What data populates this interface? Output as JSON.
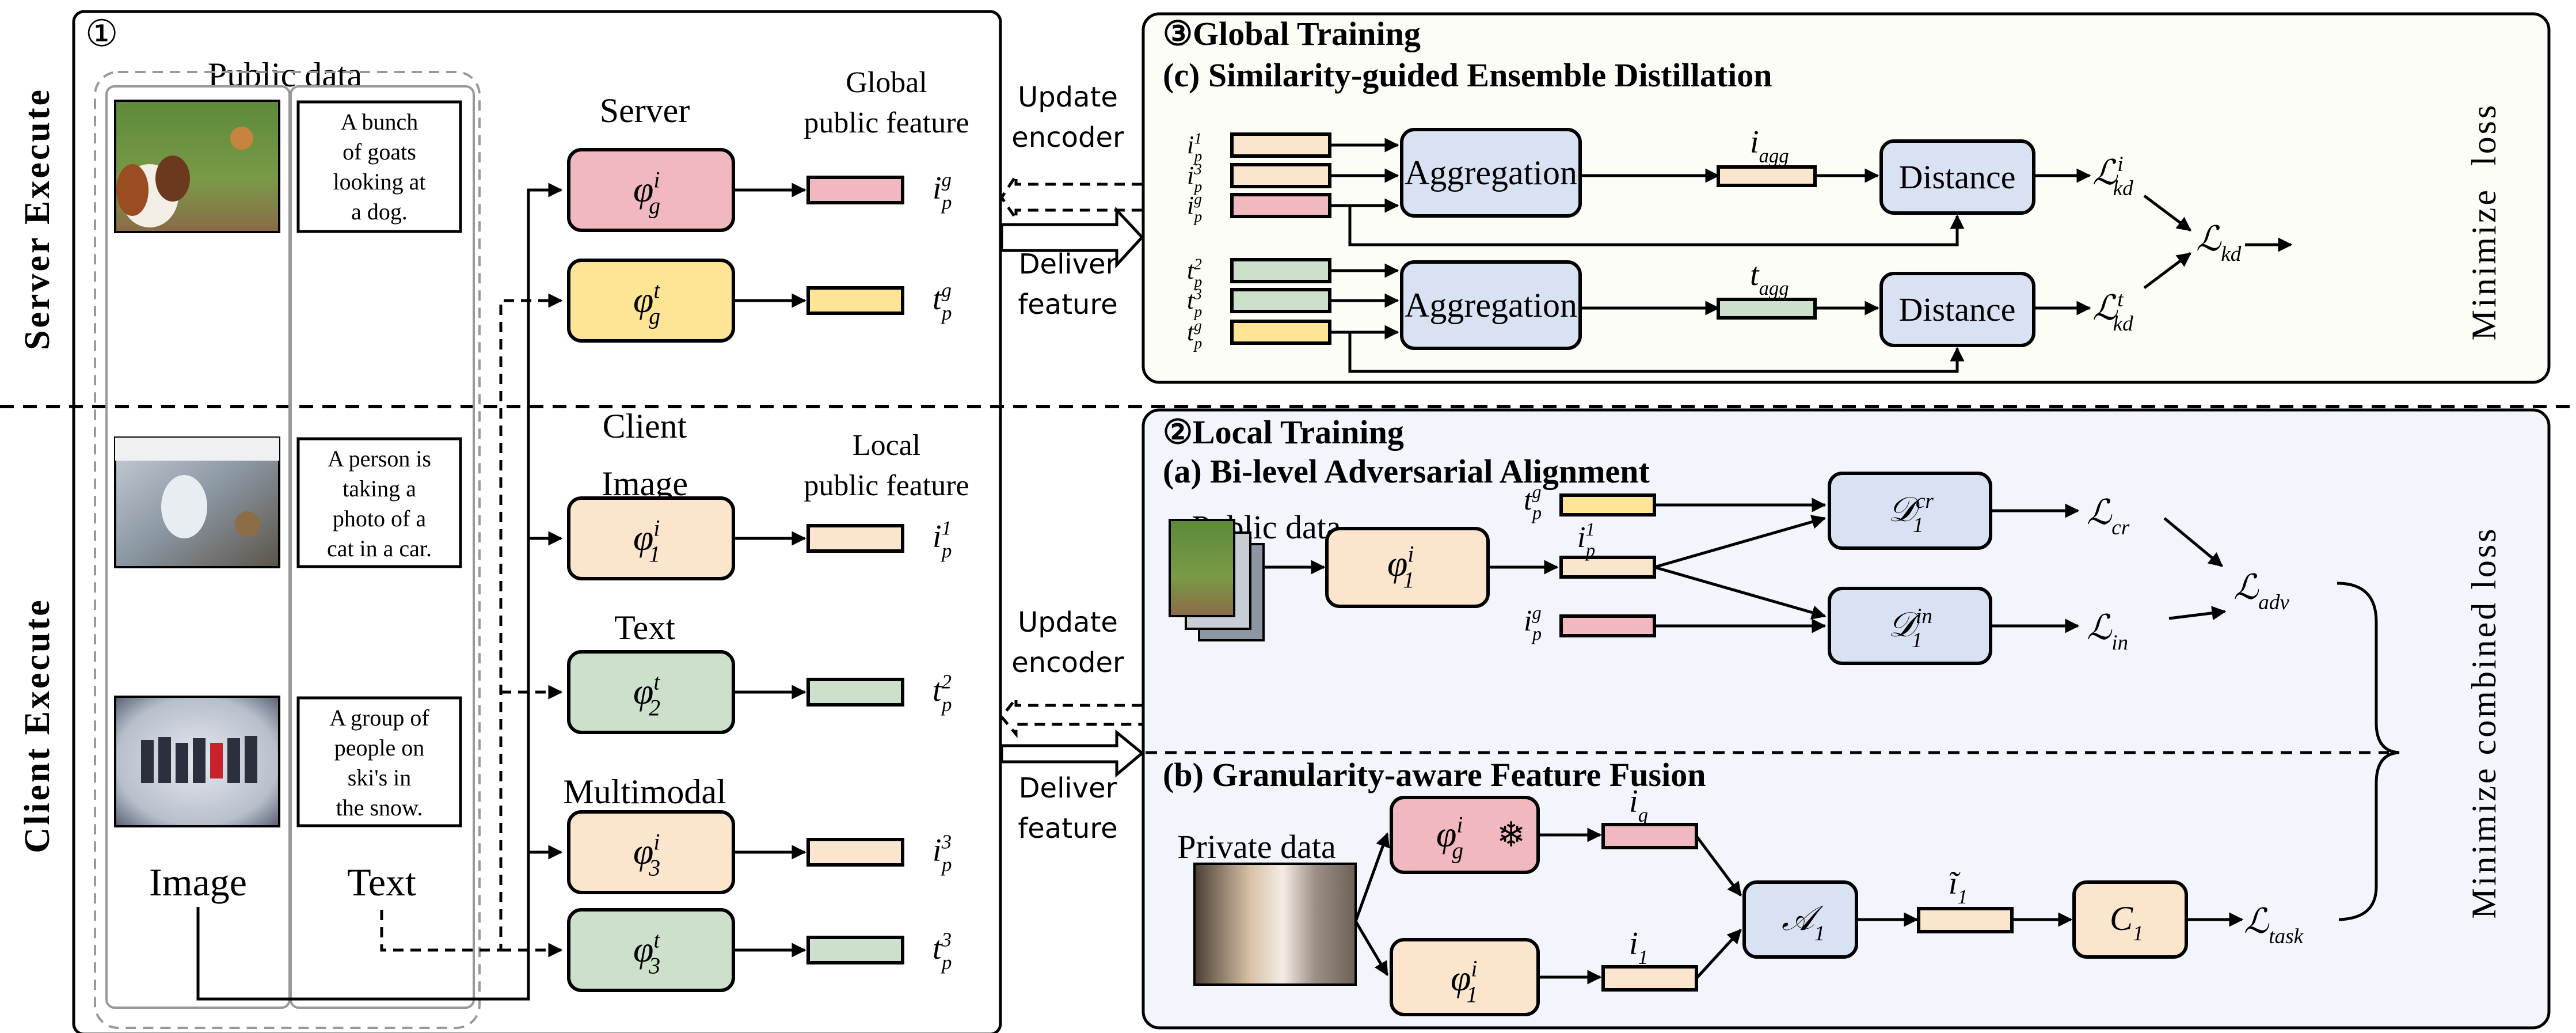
{
  "side_labels": {
    "server": "Server Execute",
    "client": "Client Execute"
  },
  "colors": {
    "pink": "#f2b8c0",
    "yellow": "#fee596",
    "peach": "#fce5cd",
    "green": "#cce0cc",
    "blue": "#d9e2f3",
    "global_bg": "#fdfdf8",
    "local_bg": "#f2f5fb"
  },
  "panel1": {
    "marker": "①",
    "public_data_title": "Public data",
    "image_col_label": "Image",
    "text_col_label": "Text",
    "captions": [
      "A bunch|of goats|looking at|a dog.",
      "A person is|taking a|photo of a|cat in a car.",
      "A group of|people on|ski's in|the snow."
    ],
    "server_label": "Server",
    "global_feature_label": [
      "Global",
      "public feature"
    ],
    "client_label": "Client",
    "image_label": "Image",
    "text_label": "Text",
    "multimodal_label": "Multimodal",
    "local_feature_label": [
      "Local",
      "public feature"
    ],
    "encoders": [
      {
        "sym": "φ",
        "sup": "i",
        "sub": "g",
        "feat": "i",
        "fsup": "g",
        "fsub": "p"
      },
      {
        "sym": "φ",
        "sup": "t",
        "sub": "g",
        "feat": "t",
        "fsup": "g",
        "fsub": "p"
      },
      {
        "sym": "φ",
        "sup": "i",
        "sub": "1",
        "feat": "i",
        "fsup": "1",
        "fsub": "p"
      },
      {
        "sym": "φ",
        "sup": "t",
        "sub": "2",
        "feat": "t",
        "fsup": "2",
        "fsub": "p"
      },
      {
        "sym": "φ",
        "sup": "i",
        "sub": "3",
        "feat": "i",
        "fsup": "3",
        "fsub": "p"
      },
      {
        "sym": "φ",
        "sup": "t",
        "sub": "3",
        "feat": "t",
        "fsup": "3",
        "fsub": "p"
      }
    ]
  },
  "arrows": {
    "update": [
      "Update",
      "encoder"
    ],
    "deliver": [
      "Deliver",
      "feature"
    ]
  },
  "global": {
    "title": "③Global Training",
    "subtitle": "(c) Similarity-guided Ensemble Distillation",
    "aggregation": "Aggregation",
    "distance": "Distance",
    "img_inputs": [
      {
        "b": "i",
        "sup": "1",
        "sub": "p"
      },
      {
        "b": "i",
        "sup": "3",
        "sub": "p"
      },
      {
        "b": "i",
        "sup": "g",
        "sub": "p"
      }
    ],
    "txt_inputs": [
      {
        "b": "t",
        "sup": "2",
        "sub": "p"
      },
      {
        "b": "t",
        "sup": "3",
        "sub": "p"
      },
      {
        "b": "t",
        "sup": "g",
        "sub": "p"
      }
    ],
    "i_agg": {
      "b": "i",
      "sub": "agg"
    },
    "t_agg": {
      "b": "t",
      "sub": "agg"
    },
    "l_kd_i": {
      "b": "ℒ",
      "sup": "i",
      "sub": "kd"
    },
    "l_kd_t": {
      "b": "ℒ",
      "sup": "t",
      "sub": "kd"
    },
    "l_kd": {
      "b": "ℒ",
      "sub": "kd"
    },
    "minimize": "Minimize  loss"
  },
  "local": {
    "title": "②Local Training",
    "sub_a": "(a) Bi-level Adversarial Alignment",
    "sub_b": "(b) Granularity-aware Feature Fusion",
    "public_data": "Public data",
    "private_data": "Private data",
    "phi1": {
      "sym": "φ",
      "sup": "i",
      "sub": "1"
    },
    "phig": {
      "sym": "φ",
      "sup": "i",
      "sub": "g"
    },
    "tpg": {
      "b": "t",
      "sup": "g",
      "sub": "p"
    },
    "ip1": {
      "b": "i",
      "sup": "1",
      "sub": "p"
    },
    "ipg": {
      "b": "i",
      "sup": "g",
      "sub": "p"
    },
    "d_cr": {
      "b": "𝒟",
      "sup": "cr",
      "sub": "1"
    },
    "d_in": {
      "b": "𝒟",
      "sup": "in",
      "sub": "1"
    },
    "l_cr": {
      "b": "ℒ",
      "sub": "cr"
    },
    "l_in": {
      "b": "ℒ",
      "sub": "in"
    },
    "l_adv": {
      "b": "ℒ",
      "sub": "adv"
    },
    "ig": {
      "b": "i",
      "sub": "g"
    },
    "i1": {
      "b": "i",
      "sub": "1"
    },
    "i1t": {
      "b": "ĩ",
      "sub": "1"
    },
    "a1": {
      "b": "𝒜",
      "sub": "1"
    },
    "c1": {
      "b": "C",
      "sub": "1"
    },
    "l_task": {
      "b": "ℒ",
      "sub": "task"
    },
    "snowflake": "❄",
    "minimize": "Minimize combined loss"
  }
}
